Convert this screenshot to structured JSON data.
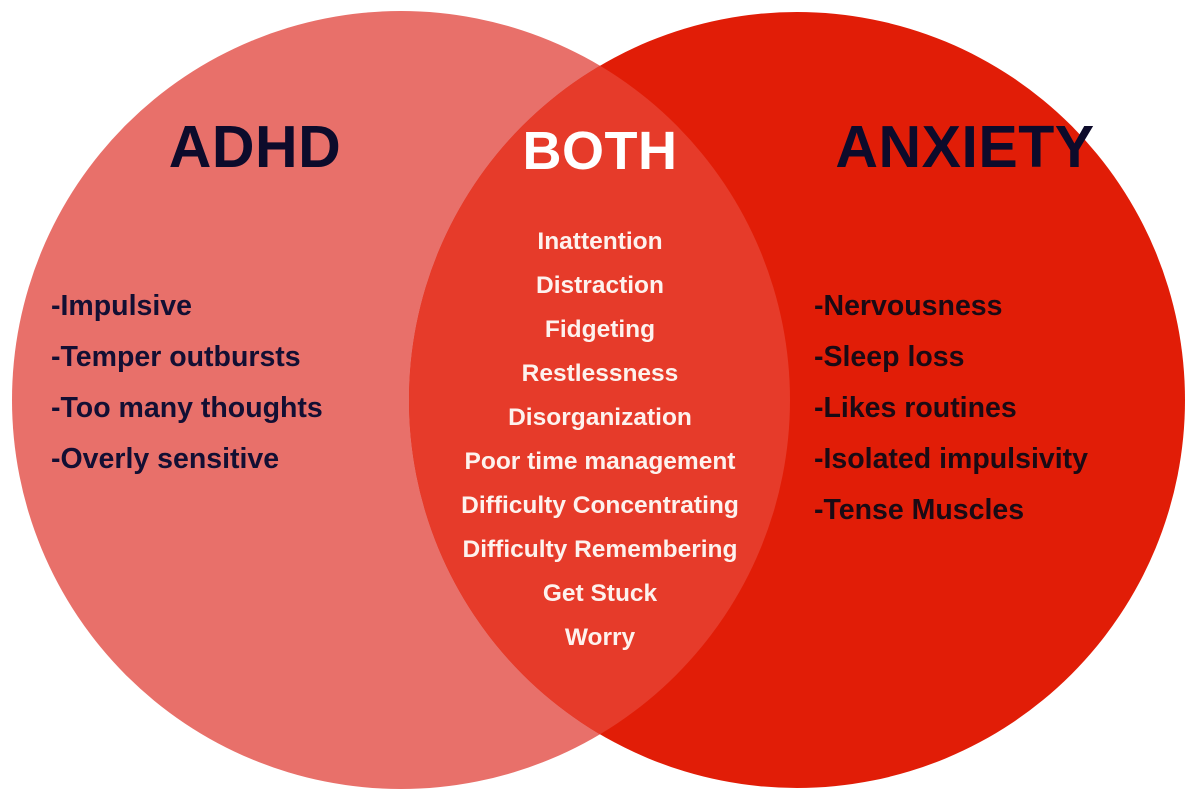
{
  "diagram": {
    "type": "venn",
    "sets": 2,
    "background_color": "#ffffff"
  },
  "left": {
    "title": "ADHD",
    "fill_color": "#e8706a",
    "title_color": "#0d0b2b",
    "text_color": "#130f33",
    "items": [
      "-Impulsive",
      "-Temper outbursts",
      "-Too many thoughts",
      "-Overly sensitive"
    ]
  },
  "center": {
    "title": "BOTH",
    "fill_color": "#e63b2a",
    "title_color": "#ffffff",
    "text_color": "#fdf2ee",
    "items": [
      "Inattention",
      "Distraction",
      "Fidgeting",
      "Restlessness",
      "Disorganization",
      "Poor time management",
      "Difficulty Concentrating",
      "Difficulty Remembering",
      "Get Stuck",
      "Worry"
    ]
  },
  "right": {
    "title": "ANXIETY",
    "fill_color": "#e11d07",
    "title_color": "#0d0b2b",
    "text_color": "#1a0a14",
    "items": [
      "-Nervousness",
      "-Sleep loss",
      "-Likes routines",
      "-Isolated impulsivity",
      "-Tense Muscles"
    ]
  }
}
